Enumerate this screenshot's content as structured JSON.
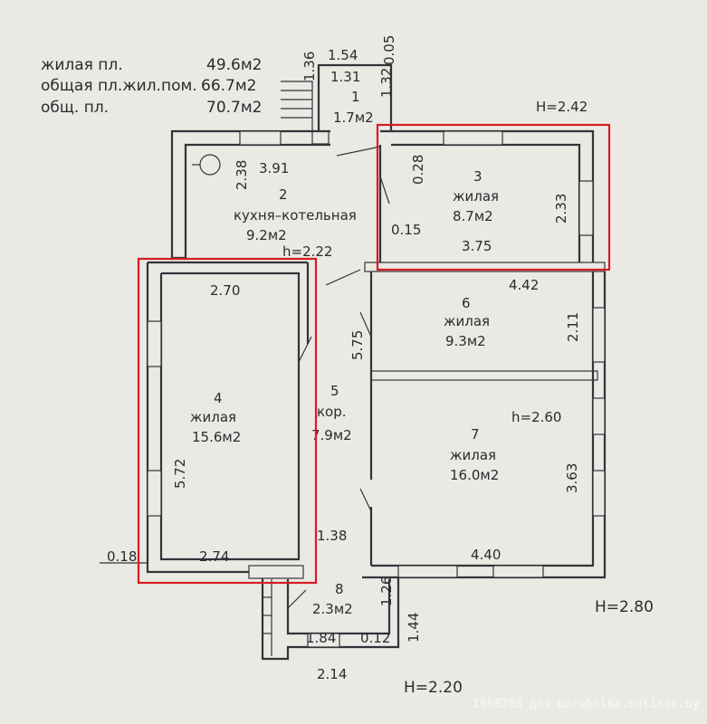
{
  "summary": {
    "living_area_label": "жилая пл.",
    "living_area_value": "49.6м2",
    "total_living_label": "общая пл.жил.пом.",
    "total_living_value": "66.7м2",
    "total_label": "общ. пл.",
    "total_value": "70.7м2"
  },
  "rooms": {
    "r1": {
      "num": "1",
      "area": "1.7м2"
    },
    "r2": {
      "num": "2",
      "name": "кухня–котельная",
      "area": "9.2м2"
    },
    "r3": {
      "num": "3",
      "name": "жилая",
      "area": "8.7м2"
    },
    "r4": {
      "num": "4",
      "name": "жилая",
      "area": "15.6м2"
    },
    "r5": {
      "num": "5",
      "name": "кор.",
      "area": "7.9м2"
    },
    "r6": {
      "num": "6",
      "name": "жилая",
      "area": "9.3м2"
    },
    "r7": {
      "num": "7",
      "name": "жилая",
      "area": "16.0м2"
    },
    "r8": {
      "num": "8",
      "area": "2.3м2"
    }
  },
  "heights": {
    "h1": "H=2.42",
    "h2": "h=2.22",
    "h3": "h=2.60",
    "h4": "H=2.80",
    "h5": "H=2.20"
  },
  "dims": {
    "d_1_54": "1.54",
    "d_0_05": "0.05",
    "d_1_36": "1.36",
    "d_1_31": "1.31",
    "d_1_32": "1.32",
    "d_2_38": "2.38",
    "d_3_91": "3.91",
    "d_0_28": "0.28",
    "d_2_33": "2.33",
    "d_0_15": "0.15",
    "d_3_75": "3.75",
    "d_2_70": "2.70",
    "d_4_42": "4.42",
    "d_5_75": "5.75",
    "d_2_11": "2.11",
    "d_5_72": "5.72",
    "d_3_63": "3.63",
    "d_0_18": "0.18",
    "d_2_74": "2.74",
    "d_1_38": "1.38",
    "d_4_40": "4.40",
    "d_1_26": "1.26",
    "d_1_44": "1.44",
    "d_1_84": "1.84",
    "d_0_12": "0.12",
    "d_2_14": "2.14"
  },
  "watermark": "1966708 для baraholka.onliner.by",
  "colors": {
    "background": "#ebe9e3",
    "line": "#33333a",
    "highlight": "#d81b23"
  }
}
